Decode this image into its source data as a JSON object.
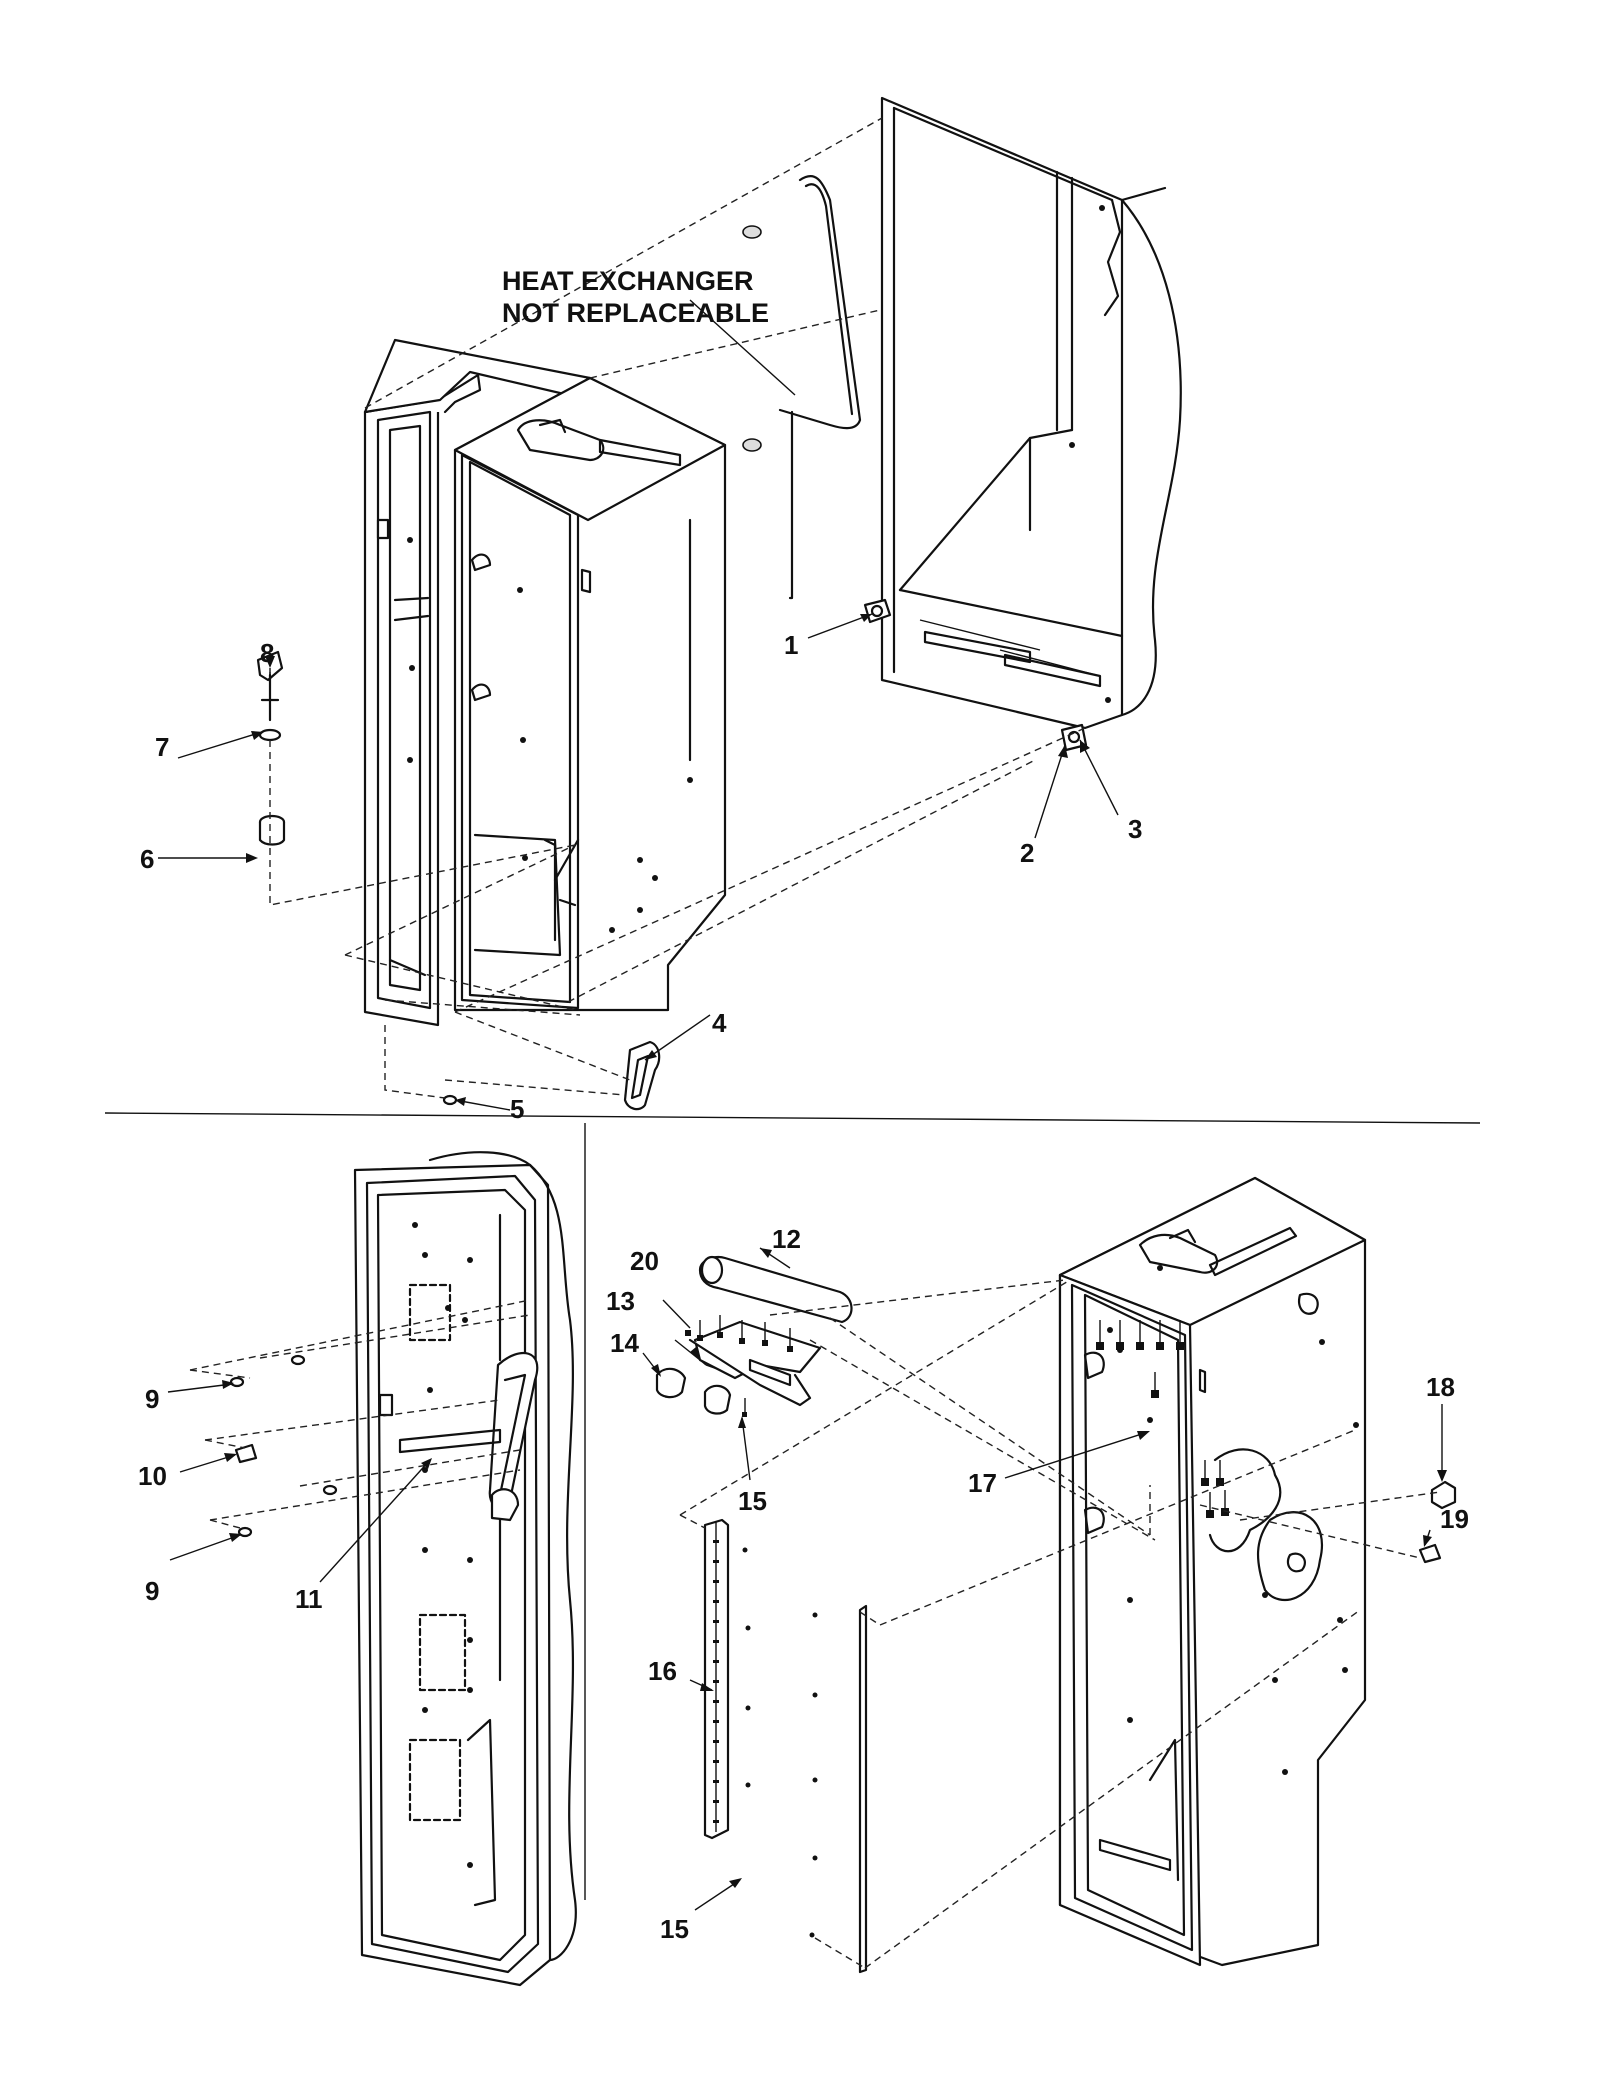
{
  "note": {
    "line1": "HEAT EXCHANGER",
    "line2": "NOT REPLACEABLE"
  },
  "callouts": [
    {
      "id": "c1",
      "label": "1"
    },
    {
      "id": "c2",
      "label": "2"
    },
    {
      "id": "c3",
      "label": "3"
    },
    {
      "id": "c4",
      "label": "4"
    },
    {
      "id": "c5",
      "label": "5"
    },
    {
      "id": "c6",
      "label": "6"
    },
    {
      "id": "c7",
      "label": "7"
    },
    {
      "id": "c8",
      "label": "8"
    },
    {
      "id": "c9a",
      "label": "9"
    },
    {
      "id": "c9b",
      "label": "9"
    },
    {
      "id": "c10",
      "label": "10"
    },
    {
      "id": "c11",
      "label": "11"
    },
    {
      "id": "c12",
      "label": "12"
    },
    {
      "id": "c13",
      "label": "13"
    },
    {
      "id": "c14",
      "label": "14"
    },
    {
      "id": "c15a",
      "label": "15"
    },
    {
      "id": "c15b",
      "label": "15"
    },
    {
      "id": "c16",
      "label": "16"
    },
    {
      "id": "c17",
      "label": "17"
    },
    {
      "id": "c18",
      "label": "18"
    },
    {
      "id": "c19",
      "label": "19"
    },
    {
      "id": "c20",
      "label": "20"
    }
  ]
}
